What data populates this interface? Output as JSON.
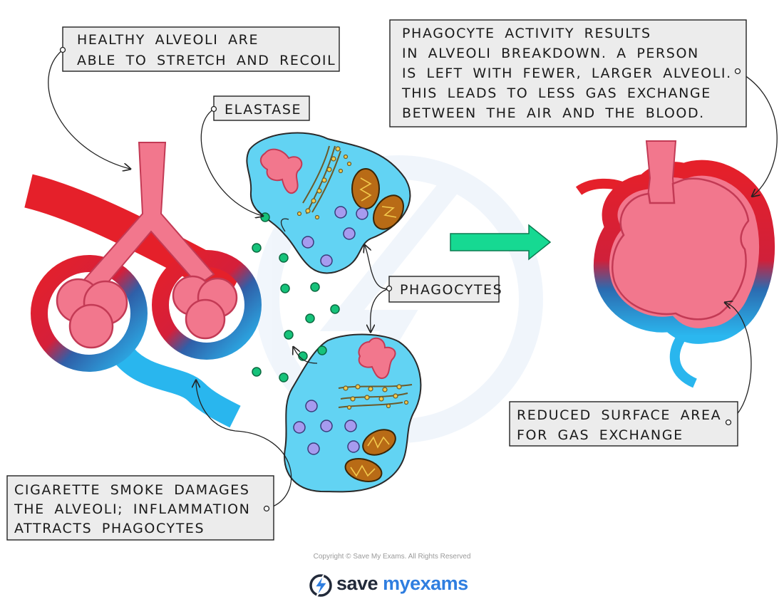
{
  "labels": {
    "healthy": [
      "HEALTHY  ALVEOLI  ARE",
      "ABLE  TO  STRETCH  AND  RECOIL"
    ],
    "elastase": "ELASTASE",
    "phagocyte_activity": [
      "PHAGOCYTE  ACTIVITY  RESULTS",
      "IN  ALVEOLI  BREAKDOWN.  A  PERSON",
      "IS  LEFT  WITH  FEWER,  LARGER  ALVEOLI.",
      "THIS  LEADS  TO  LESS  GAS  EXCHANGE",
      "BETWEEN  THE  AIR  AND  THE  BLOOD."
    ],
    "phagocytes": "PHAGOCYTES",
    "reduced": [
      "REDUCED  SURFACE  AREA",
      "FOR  GAS  EXCHANGE"
    ],
    "cigarette": [
      "CIGARETTE  SMOKE  DAMAGES",
      "THE  ALVEOLI;  INFLAMMATION",
      "ATTRACTS  PHAGOCYTES"
    ]
  },
  "footer": {
    "copyright": "Copyright © Save My Exams. All Rights Reserved",
    "brand_part1": "save",
    "brand_part2": "my",
    "brand_part3": "exams"
  },
  "colors": {
    "artery_red": "#e5202a",
    "vein_blue": "#29b6ee",
    "alveoli_pink": "#f2778d",
    "cell_cyan": "#62d3f3",
    "enzyme_green": "#16c27a",
    "label_bg": "#ececec"
  }
}
